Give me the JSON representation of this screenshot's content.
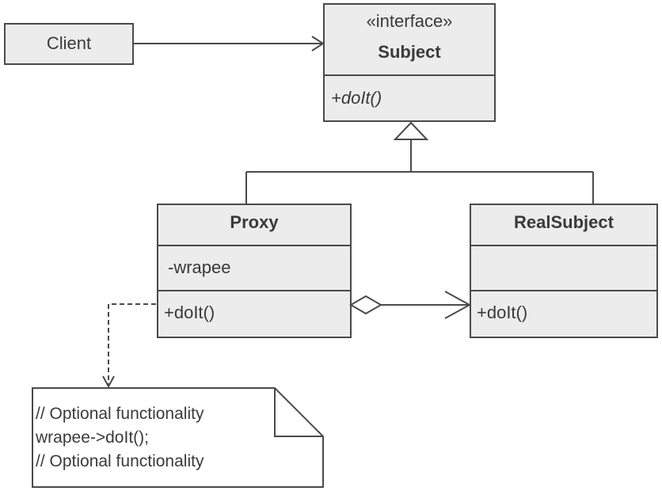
{
  "client": {
    "label": "Client"
  },
  "subject": {
    "stereotype": "«interface»",
    "name": "Subject",
    "operation": "+doIt()"
  },
  "proxy": {
    "name": "Proxy",
    "attribute": "-wrapee",
    "operation": "+doIt()"
  },
  "real_subject": {
    "name": "RealSubject",
    "attributes": "",
    "operation": "+doIt()"
  },
  "note": {
    "lines": [
      "// Optional functionality",
      "wrapee->doIt();",
      "// Optional functionality"
    ]
  },
  "colors": {
    "box_fill": "#ececec",
    "stroke": "#4a4a4a",
    "text": "#3a3a3a",
    "background": "#ffffff"
  }
}
